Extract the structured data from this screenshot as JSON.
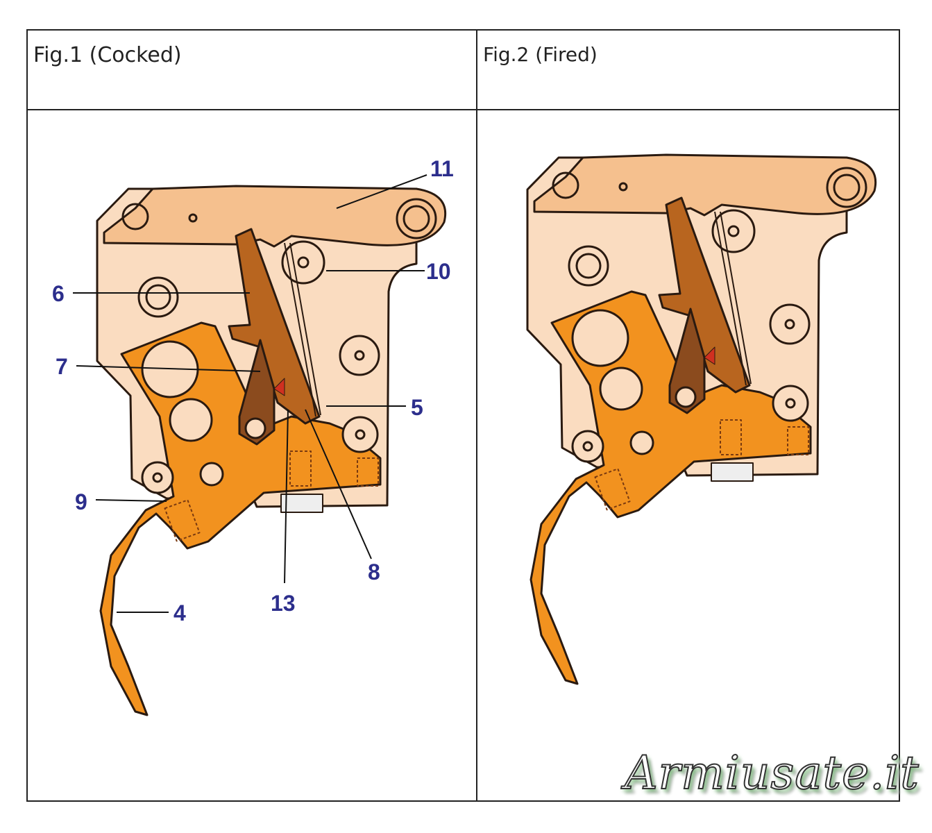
{
  "figures": [
    {
      "caption": "Fig.1 (Cocked)"
    },
    {
      "caption": "Fig.2 (Fired)"
    }
  ],
  "labels": {
    "l11": "11",
    "l10": "10",
    "l6": "6",
    "l7": "7",
    "l5": "5",
    "l9": "9",
    "l4": "4",
    "l13": "13",
    "l8": "8"
  },
  "watermark": "Armiusate.it",
  "colors": {
    "housing": "#fadcc0",
    "lever": "#f5c08e",
    "sear": "#b8651f",
    "part7": "#8b4b1e",
    "trigger": "#f2921f",
    "label": "#2c2e8c"
  }
}
